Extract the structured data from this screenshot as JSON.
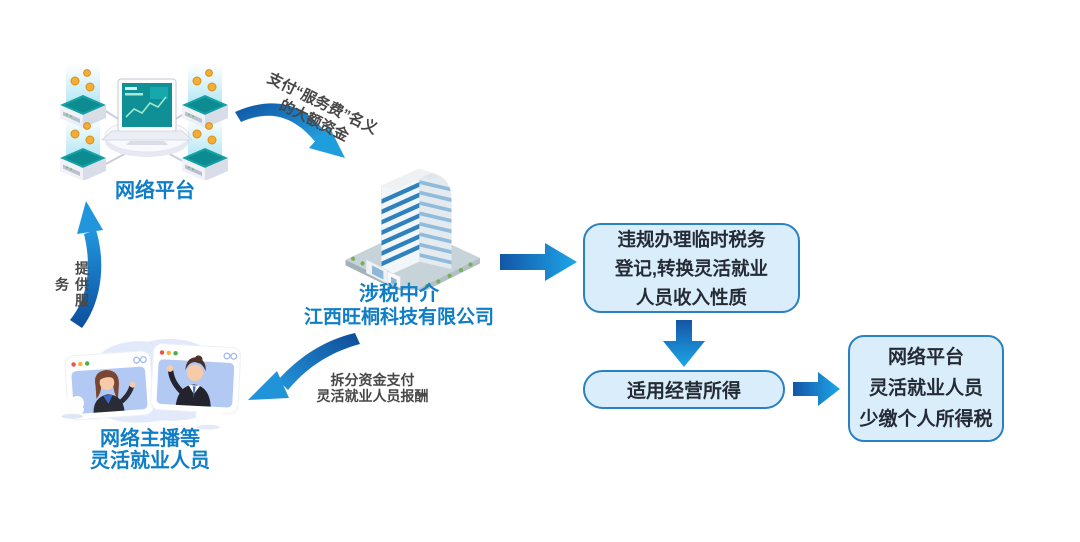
{
  "nodes": {
    "platform": {
      "label": "网络平台"
    },
    "intermediary": {
      "role": "涉税中介",
      "company": "江西旺桐科技有限公司"
    },
    "workers": {
      "line1": "网络主播等",
      "line2": "灵活就业人员"
    }
  },
  "flows": {
    "pay": {
      "line1": "支付“服务费”名义",
      "line2": "的大额资金"
    },
    "split": {
      "line1": "拆分资金支付",
      "line2": "灵活就业人员报酬"
    },
    "provide": {
      "label": "提供服务"
    }
  },
  "boxes": {
    "registration": {
      "line1": "违规办理临时税务",
      "line2": "登记,转换灵活就业",
      "line3": "人员收入性质"
    },
    "business_income": {
      "label": "适用经营所得"
    },
    "result": {
      "line1": "网络平台",
      "line2": "灵活就业人员",
      "line3": "少缴个人所得税"
    }
  },
  "icons": {
    "platform_illustration": "server-network-laptop",
    "intermediary_illustration": "office-building",
    "workers_illustration": "livestreamers-video-windows"
  },
  "colors": {
    "label_blue": "#0f7ec6",
    "box_border": "#2b7fc3",
    "box_fill": "#d9eefa",
    "box_text": "#252b36",
    "annotation_text": "#474747",
    "arrow_dark": "#0f539f",
    "arrow_light": "#26a5e6",
    "background": "#ffffff"
  }
}
